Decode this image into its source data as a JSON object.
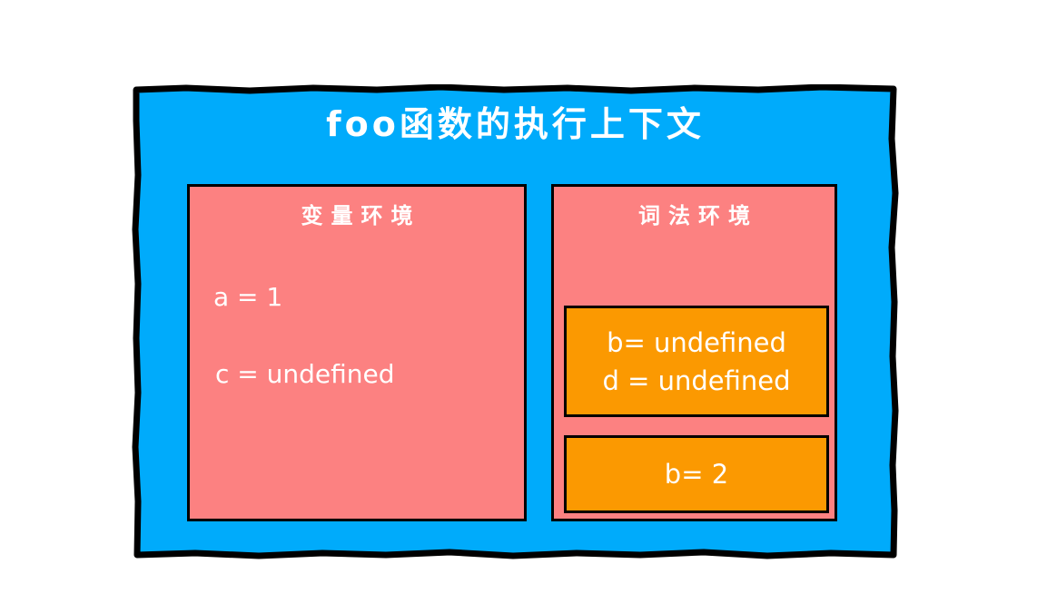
{
  "diagram": {
    "title": "foo函数的执行上下文",
    "variable_env": {
      "title": "变量环境",
      "entries": [
        "a = 1",
        "c = undefined"
      ]
    },
    "lexical_env": {
      "title": "词法环境",
      "blocks": [
        {
          "lines": [
            "b= undefined",
            "d = undefined"
          ]
        },
        {
          "lines": [
            "b= 2"
          ]
        }
      ]
    },
    "colors": {
      "context_fill": "#00abfb",
      "env_fill": "#fc8181",
      "block_fill": "#fb9901",
      "border": "#000000",
      "text": "#ffffff",
      "background": "#ffffff"
    }
  }
}
